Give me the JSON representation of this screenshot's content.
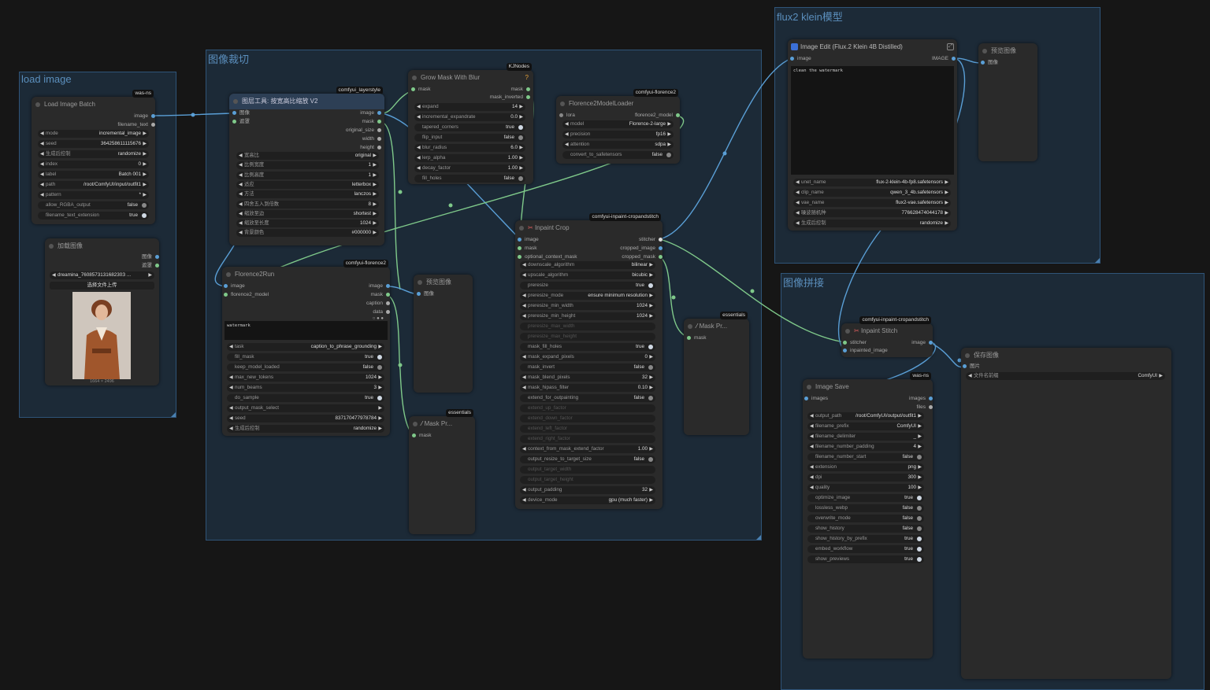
{
  "colors": {
    "group_bg": "#1c2a37",
    "group_border": "#2f5478",
    "node_bg": "#2a2a2a",
    "image_wire": "#5a9fd6",
    "mask_wire": "#7fc98a",
    "badge_bg": "#111111"
  },
  "groups": {
    "load_image": "load image",
    "crop": "图像裁切",
    "flux": "flux2 klein模型",
    "stitch": "图像拼接"
  },
  "load_image_batch": {
    "title": "Load Image Batch",
    "badge": "was-ns",
    "outputs": [
      "image",
      "filename_text"
    ],
    "widgets": [
      {
        "label": "mode",
        "value": "incremental_image"
      },
      {
        "label": "seed",
        "value": "364258611115676"
      },
      {
        "label": "生成后控制",
        "value": "randomize"
      },
      {
        "label": "index",
        "value": "0"
      },
      {
        "label": "label",
        "value": "Batch 001"
      },
      {
        "label": "path",
        "value": "/root/ComfyUI/input/outfit1"
      },
      {
        "label": "pattern",
        "value": "*"
      },
      {
        "label": "allow_RGBA_output",
        "value": "false"
      },
      {
        "label": "filename_text_extension",
        "value": "true"
      }
    ]
  },
  "load_image_node": {
    "title": "加载图像",
    "outputs": [
      "图像",
      "遮罩"
    ],
    "file": "dreamina_760857313168230З ...",
    "upload": "选择文件上传",
    "size": "1664 × 2496"
  },
  "layerstyle": {
    "title": "图层工具: 按宽高比缩放 V2",
    "badge": "comfyui_layerstyle",
    "inputs": [
      "图像",
      "遮罩"
    ],
    "outputs": [
      "image",
      "mask",
      "original_size",
      "width",
      "height"
    ],
    "widgets": [
      {
        "label": "宽高比",
        "value": "original"
      },
      {
        "label": "比例宽度",
        "value": "1"
      },
      {
        "label": "比例高度",
        "value": "1"
      },
      {
        "label": "适应",
        "value": "letterbox"
      },
      {
        "label": "方法",
        "value": "lanczos"
      },
      {
        "label": "四舍五入到倍数",
        "value": "8"
      },
      {
        "label": "缩放至边",
        "value": "shortest"
      },
      {
        "label": "缩放至长度",
        "value": "1024"
      },
      {
        "label": "背景颜色",
        "value": "#000000"
      }
    ]
  },
  "grow_mask": {
    "title": "Grow Mask With Blur",
    "badge": "KJNodes",
    "help": "?",
    "inputs": [
      "mask"
    ],
    "outputs": [
      "mask",
      "mask_inverted"
    ],
    "widgets": [
      {
        "label": "expand",
        "value": "14"
      },
      {
        "label": "incremental_expandrate",
        "value": "0.0"
      },
      {
        "label": "tapered_corners",
        "value": "true"
      },
      {
        "label": "flip_input",
        "value": "false"
      },
      {
        "label": "blur_radius",
        "value": "6.0"
      },
      {
        "label": "lerp_alpha",
        "value": "1.00"
      },
      {
        "label": "decay_factor",
        "value": "1.00"
      },
      {
        "label": "fill_holes",
        "value": "false"
      }
    ]
  },
  "florence_loader": {
    "title": "Florence2ModelLoader",
    "badge": "comfyui-florence2",
    "inputs": [
      "lora"
    ],
    "outputs": [
      "florence2_model"
    ],
    "widgets": [
      {
        "label": "model",
        "value": "Florence-2-large"
      },
      {
        "label": "precision",
        "value": "fp16"
      },
      {
        "label": "attention",
        "value": "sdpa"
      },
      {
        "label": "convert_to_safetensors",
        "value": "false"
      }
    ]
  },
  "florence_run": {
    "title": "Florence2Run",
    "badge": "comfyui-florence2",
    "inputs": [
      "image",
      "florence2_model"
    ],
    "outputs": [
      "image",
      "mask",
      "caption",
      "data"
    ],
    "prompt": "watermark",
    "widgets": [
      {
        "label": "task",
        "value": "caption_to_phrase_grounding"
      },
      {
        "label": "fill_mask",
        "value": "true"
      },
      {
        "label": "keep_model_loaded",
        "value": "false"
      },
      {
        "label": "max_new_tokens",
        "value": "1024"
      },
      {
        "label": "num_beams",
        "value": "3"
      },
      {
        "label": "do_sample",
        "value": "true"
      },
      {
        "label": "output_mask_select",
        "value": ""
      },
      {
        "label": "seed",
        "value": "837170477978784"
      },
      {
        "label": "生成后控制",
        "value": "randomize"
      }
    ]
  },
  "preview1": {
    "title": "预览图像",
    "inputs": [
      "图像"
    ]
  },
  "mask_preview1": {
    "title": "Mask Pr...",
    "badge": "essentials",
    "inputs": [
      "mask"
    ]
  },
  "inpaint_crop": {
    "title": "Inpaint Crop",
    "badge": "comfyui-inpaint-cropandstitch",
    "inputs": [
      "image",
      "mask",
      "optional_context_mask"
    ],
    "outputs": [
      "stitcher",
      "cropped_image",
      "cropped_mask"
    ],
    "widgets": [
      {
        "label": "downscale_algorithm",
        "value": "bilinear"
      },
      {
        "label": "upscale_algorithm",
        "value": "bicubic"
      },
      {
        "label": "preresize",
        "value": "true"
      },
      {
        "label": "preresize_mode",
        "value": "ensure minimum resolution"
      },
      {
        "label": "preresize_min_width",
        "value": "1024"
      },
      {
        "label": "preresize_min_height",
        "value": "1024"
      },
      {
        "label": "preresize_max_width",
        "value": ""
      },
      {
        "label": "preresize_max_height",
        "value": ""
      },
      {
        "label": "mask_fill_holes",
        "value": "true"
      },
      {
        "label": "mask_expand_pixels",
        "value": "0"
      },
      {
        "label": "mask_invert",
        "value": "false"
      },
      {
        "label": "mask_blend_pixels",
        "value": "32"
      },
      {
        "label": "mask_hipass_filter",
        "value": "0.10"
      },
      {
        "label": "extend_for_outpainting",
        "value": "false"
      },
      {
        "label": "extend_up_factor",
        "value": ""
      },
      {
        "label": "extend_down_factor",
        "value": ""
      },
      {
        "label": "extend_left_factor",
        "value": ""
      },
      {
        "label": "extend_right_factor",
        "value": ""
      },
      {
        "label": "context_from_mask_extend_factor",
        "value": "1.00"
      },
      {
        "label": "output_resize_to_target_size",
        "value": "false"
      },
      {
        "label": "output_target_width",
        "value": ""
      },
      {
        "label": "output_target_height",
        "value": ""
      },
      {
        "label": "output_padding",
        "value": "32"
      },
      {
        "label": "device_mode",
        "value": "gpu (much faster)"
      }
    ]
  },
  "mask_preview2": {
    "title": "Mask Pr...",
    "badge": "essentials",
    "inputs": [
      "mask"
    ]
  },
  "image_edit": {
    "title": "Image Edit (Flux.2 Klein 4B Distilled)",
    "inputs": [
      "image"
    ],
    "outputs": [
      "IMAGE"
    ],
    "prompt": "clean the watermark",
    "widgets": [
      {
        "label": "unet_name",
        "value": "flux-2-klein-4b-fp8.safetensors"
      },
      {
        "label": "clip_name",
        "value": "qwen_3_4b.safetensors"
      },
      {
        "label": "vae_name",
        "value": "flux2-vae.safetensors"
      },
      {
        "label": "噪波随机种",
        "value": "776628474044178"
      },
      {
        "label": "生成后控制",
        "value": "randomize"
      }
    ]
  },
  "preview2": {
    "title": "预览图像",
    "inputs": [
      "图像"
    ]
  },
  "inpaint_stitch": {
    "title": "Inpaint Stitch",
    "badge": "comfyui-inpaint-cropandstitch",
    "inputs": [
      "stitcher",
      "inpainted_image"
    ],
    "outputs": [
      "image"
    ]
  },
  "image_save": {
    "title": "Image Save",
    "badge": "was-ns",
    "inputs": [
      "images"
    ],
    "outputs": [
      "images",
      "files"
    ],
    "widgets": [
      {
        "label": "output_path",
        "value": "/root/ComfyUI/output/outfit1"
      },
      {
        "label": "filename_prefix",
        "value": "ComfyUI"
      },
      {
        "label": "filename_delimiter",
        "value": "_"
      },
      {
        "label": "filename_number_padding",
        "value": "4"
      },
      {
        "label": "filename_number_start",
        "value": "false"
      },
      {
        "label": "extension",
        "value": "png"
      },
      {
        "label": "dpi",
        "value": "300"
      },
      {
        "label": "quality",
        "value": "100"
      },
      {
        "label": "optimize_image",
        "value": "true"
      },
      {
        "label": "lossless_webp",
        "value": "false"
      },
      {
        "label": "overwrite_mode",
        "value": "false"
      },
      {
        "label": "show_history",
        "value": "false"
      },
      {
        "label": "show_history_by_prefix",
        "value": "true"
      },
      {
        "label": "embed_workflow",
        "value": "true"
      },
      {
        "label": "show_previews",
        "value": "true"
      }
    ]
  },
  "save_image": {
    "title": "保存图像",
    "inputs": [
      "图片"
    ],
    "widgets": [
      {
        "label": "文件名前缀",
        "value": "ComfyUI"
      }
    ]
  }
}
